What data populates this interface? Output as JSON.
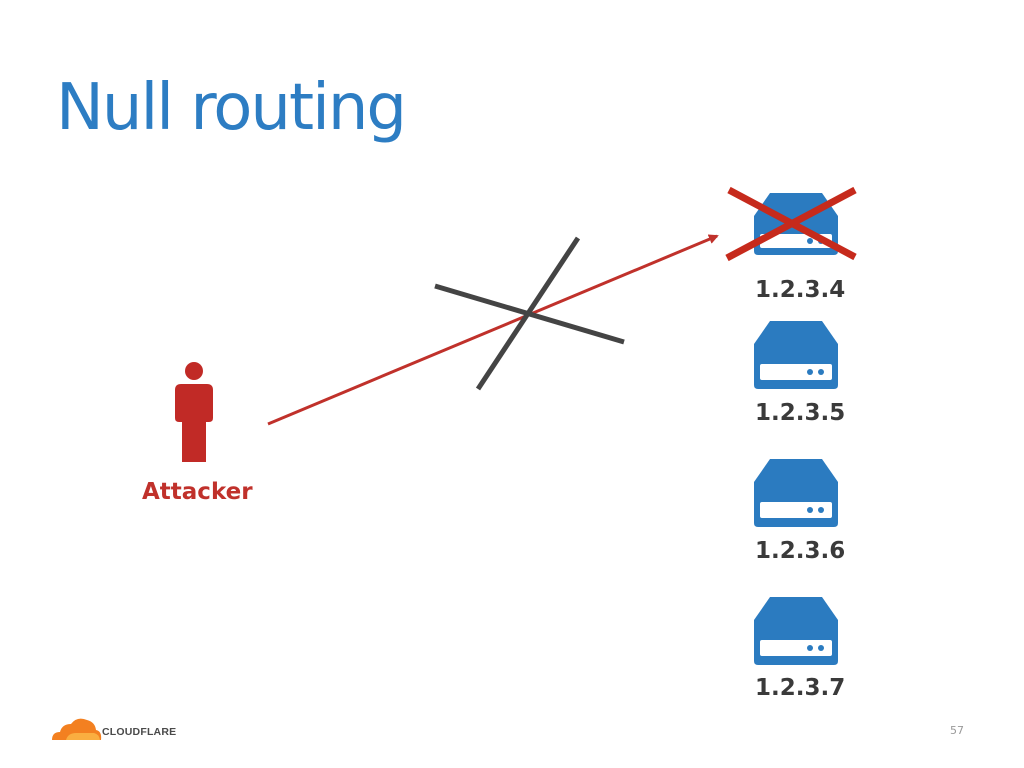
{
  "slide": {
    "title": "Null routing",
    "page_number": "57"
  },
  "attacker": {
    "label": "Attacker",
    "color": "#c0312b"
  },
  "servers": [
    {
      "ip": "1.2.3.4",
      "blocked": true
    },
    {
      "ip": "1.2.3.5",
      "blocked": false
    },
    {
      "ip": "1.2.3.6",
      "blocked": false
    },
    {
      "ip": "1.2.3.7",
      "blocked": false
    }
  ],
  "colors": {
    "title": "#2d7dc3",
    "server": "#2b7bc0",
    "attack_arrow": "#c0312b",
    "cross_mark": "#444444",
    "blocked_x": "#c62a1c"
  },
  "icons": {
    "attacker": "person-icon",
    "server": "server-icon",
    "blocked": "red-x-icon",
    "route_cut": "black-x-icon"
  },
  "footer": {
    "logo_text": "CLOUDFLARE"
  }
}
